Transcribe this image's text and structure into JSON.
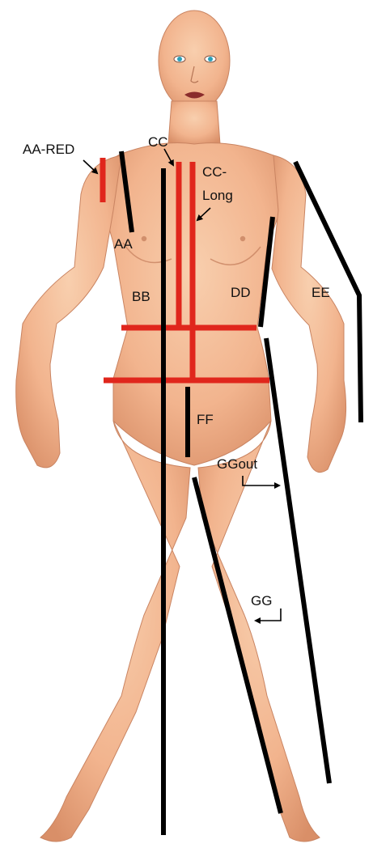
{
  "colors": {
    "skin": "#f2b48e",
    "skin_shadow": "#d98f68",
    "skin_light": "#f8cfae",
    "measure_red": "#e0261c",
    "measure_black": "#000000"
  },
  "labels": {
    "aa_red": "AA-RED",
    "aa": "AA",
    "cc": "CC",
    "cc_long_1": "CC-",
    "cc_long_2": "Long",
    "bb": "BB",
    "dd": "DD",
    "ee": "EE",
    "ff": "FF",
    "ggout": "GGout",
    "gg": "GG"
  }
}
